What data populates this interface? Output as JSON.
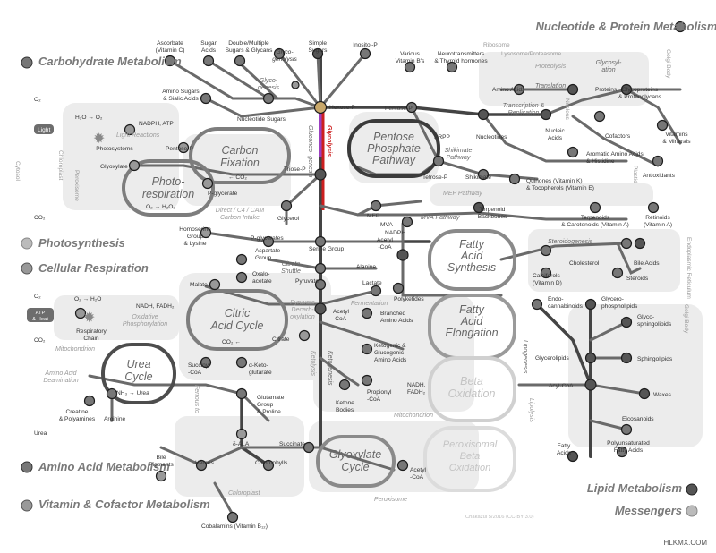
{
  "categories": {
    "carbohydrate": "Carbohydrate Metabolism",
    "nucleotide_protein": "Nucleotide & Protein Metabolism",
    "photosynthesis": "Photosynthesis",
    "cellular_respiration": "Cellular Respiration",
    "amino_acid": "Amino Acid Metabolism",
    "vitamin_cofactor": "Vitamin & Cofactor Metabolism",
    "lipid": "Lipid Metabolism",
    "messengers": "Messengers"
  },
  "cycles": {
    "carbon_fixation": [
      "Carbon",
      "Fixation"
    ],
    "photorespiration": [
      "Photo-",
      "respiration"
    ],
    "pentose_phosphate": [
      "Pentose",
      "Phosphate",
      "Pathway"
    ],
    "citric_acid": [
      "Citric",
      "Acid Cycle"
    ],
    "urea": [
      "Urea",
      "Cycle"
    ],
    "fatty_acid_synthesis": [
      "Fatty",
      "Acid",
      "Synthesis"
    ],
    "fatty_acid_elongation": [
      "Fatty",
      "Acid",
      "Elongation"
    ],
    "beta_oxidation": [
      "Beta",
      "Oxidation"
    ],
    "glyoxylate": [
      "Glyoxylate",
      "Cycle"
    ],
    "peroxisomal_beta": [
      "Peroxisomal",
      "Beta",
      "Oxidation"
    ]
  },
  "top_metabolites": {
    "ascorbate": [
      "Ascorbate",
      "(Vitamin C)"
    ],
    "sugar_acids": [
      "Sugar",
      "Acids"
    ],
    "double_sugars": [
      "Double/Multiple",
      "Sugars & Glycans"
    ],
    "glycogenolysis": [
      "Glyco-",
      "genolysis"
    ],
    "simple_sugars": [
      "Simple",
      "Sugars"
    ],
    "inositol": [
      "Inositol-P"
    ],
    "various_vitamin_b": [
      "Various",
      "Vitamin B's"
    ],
    "neurotransmitters": [
      "Neurotransmitters",
      "& Thyroid hormones"
    ]
  },
  "labels": {
    "o2_top": "O₂",
    "h2o_o2": "H₂O → O₂",
    "nadph_atp": "NADPH, ATP",
    "light": "Light",
    "light_reactions": "Light Reactions",
    "photosystems": "Photosystems",
    "chloroplast_vert": "Chloroplast",
    "cytosol_vert": "Cytosol",
    "peroxisome_vert": "Peroxisome",
    "amino_sugars": [
      "Amino Sugars",
      "& Sialic Acids"
    ],
    "nucleotide_sugars": "Nucleotide Sugars",
    "glycogenesis": [
      "Glyco-",
      "genesis"
    ],
    "hexose_p": "Hexose-P",
    "gluconeogenesis": [
      "Gluconeo-",
      "genesis"
    ],
    "glycolysis": "Glycolysis",
    "pentose_p_left": "Pentose-P",
    "glyoxylate": "Glyoxylate",
    "co2_carbon": "← CO₂",
    "p_glycerate_top": "P-glycerate",
    "o2_h2o2": "O₂ → H₂O₂",
    "triose_p": "Triose-P",
    "direct_c4": [
      "Direct / C4 / CAM",
      "Carbon Intake"
    ],
    "co2_left": "CO₂",
    "glycerol": "Glycerol",
    "pentose_p_right": "Pentose-P",
    "prpp": "PRPP",
    "shikimate_pathway": [
      "Shikimate",
      "Pathway"
    ],
    "tetrose_p": "Tetrose-P",
    "shikimate": "Shikimate",
    "nucleotides": "Nucleotides",
    "nucleic_acids": [
      "Nucleic",
      "Acids"
    ],
    "cofactors": "Cofactors",
    "vitamins_minerals": [
      "Vitamins",
      "& Minerals"
    ],
    "aromatic": [
      "Aromatic Amino Acids",
      "& Histidine"
    ],
    "quinones": [
      "Quinones (Vitamin K)",
      "& Tocopherols (Vitamin E)"
    ],
    "antioxidants": "Antioxidants",
    "ribosome": "Ribosome",
    "lysosome": "Lysosome/Proteasome",
    "proteolysis": "Proteolysis",
    "glycosylation": [
      "Glycosyl-",
      "ation"
    ],
    "amino_acids_top": "Amino Acids",
    "translation": "Translation",
    "proteins": "Proteins",
    "glycoproteins": [
      "Glycoproteins",
      "& Proteoglycans"
    ],
    "transcription": [
      "Transcription &",
      "Replication"
    ],
    "nucleus_vert": "Nucleus",
    "golgi_top_vert": "Golgi Body",
    "plastid_vert": "Plastid",
    "mep_pathway": "MEP Pathway",
    "mep": "MEP",
    "mva": "MVA",
    "nadph_mid": "NADPH",
    "mva_pathway": "MVA Pathway",
    "terpenoid_backbones": [
      "Terpenoid",
      "Backbones"
    ],
    "terpenoids": [
      "Terpenoids",
      "& Carotenoids (Vitamin A)"
    ],
    "retinoids": [
      "Retinoids",
      "(Vitamin A)"
    ],
    "homoserine": [
      "Homoserine",
      "Group",
      "& Lysine"
    ],
    "p_glycerates": "P-glycerates",
    "serine_group": "Serine Group",
    "acetyl_coa_top": [
      "Acetyl",
      "-CoA"
    ],
    "steroidogenesis": "Steroidogenesis",
    "cholesterol": "Cholesterol",
    "bile_acids": "Bile Acids",
    "calciferols": [
      "Calciferols",
      "(Vitamin D)"
    ],
    "steroids": "Steroids",
    "er_vert": "Endoplasmic Reticulum",
    "aspartate": [
      "Aspartate",
      "Group"
    ],
    "citrate_shuttle": [
      "Citrate",
      "Shuttle"
    ],
    "alanine": "Alanine",
    "malate": "Malate",
    "oxaloacetate": [
      "Oxalo-",
      "acetate"
    ],
    "pyruvate": "Pyruvate",
    "lactate": "Lactate",
    "polyketides": "Polyketides",
    "pyruvate_decarb": [
      "Pyruvate",
      "Decarb-",
      "oxylation"
    ],
    "fermentation": "Fermentation",
    "acetyl_coa_mid": [
      "Acetyl",
      "-CoA"
    ],
    "branched": [
      "Branched",
      "Amino Acids"
    ],
    "endocannabinoids": [
      "Endo-",
      "cannabinoids"
    ],
    "glycerophospholipids": [
      "Glycero-",
      "phospholipids"
    ],
    "glycosphingolipids": [
      "Glyco-",
      "sphingolipids"
    ],
    "golgi_mid_vert": "Golgi Body",
    "o2_h2o": "O₂ → H₂O",
    "nadh_fadh2": "NADH, FADH₂",
    "atp_heat": [
      "ATP",
      "& Heat"
    ],
    "respiratory_chain": [
      "Respiratory",
      "Chain"
    ],
    "oxidative_phos": [
      "Oxidative",
      "Phosphorylation"
    ],
    "o2_left": "O₂",
    "co2_left2": "CO₂",
    "co2_citric": "CO₂ ←",
    "citrate": "Citrate",
    "mitochondrion_left": "Mitochondrion",
    "ketogenic": [
      "Ketogenic &",
      "Glucogenic",
      "Amino Acids"
    ],
    "ketogenesis": "Ketogenesis",
    "ketolysis": "Ketolysis",
    "lipogenesis": "Lipogenesis",
    "glycerolipids": "Glycerolipids",
    "sphingolipids": "Sphingolipids",
    "amino_acid_deam": [
      "Amino Acid",
      "Deamination"
    ],
    "succinyl_coa": [
      "Succinyl",
      "-CoA"
    ],
    "alpha_keto": [
      "α-Keto-",
      "glutarate"
    ],
    "nh3_urea": "NH₃ → Urea",
    "glutamate": [
      "Glutamate",
      "Group",
      "& Proline"
    ],
    "propionyl": [
      "Propionyl",
      "-CoA"
    ],
    "ketone_bodies": [
      "Ketone",
      "Bodies"
    ],
    "nadh_fadh2_b": [
      "NADH,",
      "FADH₂"
    ],
    "acyl_coa": "Acyl-CoA",
    "waxes": "Waxes",
    "eicosanoids": "Eicosanoids",
    "creatine": [
      "Creatine",
      "& Polyamines"
    ],
    "arginine": "Arginine",
    "ferrous": [
      "Ferrous to",
      "Glucoreogenesis"
    ],
    "urea": "Urea",
    "mitochondrion_mid": "Mitochondrion",
    "lipolysis": "Lipolysis",
    "delta_ala": "δ-ALA",
    "succinate": "Succinate",
    "acetyl_coa_low": [
      "Acetyl",
      "-CoA"
    ],
    "fatty_acids": [
      "Fatty",
      "Acids"
    ],
    "polyunsat": [
      "Polyunsaturated",
      "Fatty Acids"
    ],
    "bile_pigments": [
      "Bile",
      "Pigments"
    ],
    "hemes": "Hemes",
    "chlorophylls": "Chlorophylls",
    "chloroplast_bottom": "Chloroplast",
    "peroxisome_bottom": "Peroxisome",
    "cobalamins": "Cobalamins (Vitamin B₁₂)",
    "credit": "Chakazul 5/2016 (CC-BY 3.0)",
    "watermark": "HLKMX.COM"
  },
  "colors": {
    "node_dark": "#555555",
    "node_mid": "#8a8a8a",
    "node_light": "#b5b5b5",
    "region_fill": "#e9e9e9",
    "glycolysis_red": "#cc1f1f",
    "glycolysis_purple": "#9b3fbf",
    "category_text": "#7a7a7a"
  }
}
